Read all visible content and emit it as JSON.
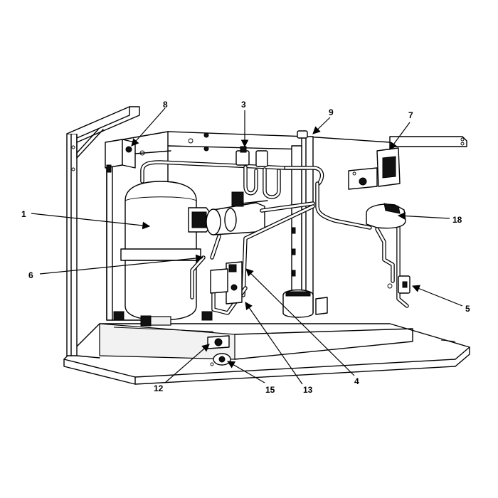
{
  "callouts": [
    {
      "id": "c1",
      "text": "1"
    },
    {
      "id": "c3",
      "text": "3"
    },
    {
      "id": "c4",
      "text": "4"
    },
    {
      "id": "c5",
      "text": "5"
    },
    {
      "id": "c6",
      "text": "6"
    },
    {
      "id": "c7",
      "text": "7"
    },
    {
      "id": "c8",
      "text": "8"
    },
    {
      "id": "c9",
      "text": "9"
    },
    {
      "id": "c12",
      "text": "12"
    },
    {
      "id": "c13",
      "text": "13"
    },
    {
      "id": "c15",
      "text": "15"
    },
    {
      "id": "c18",
      "text": "18"
    }
  ],
  "colors": {
    "line": "#000000",
    "background": "#ffffff"
  }
}
